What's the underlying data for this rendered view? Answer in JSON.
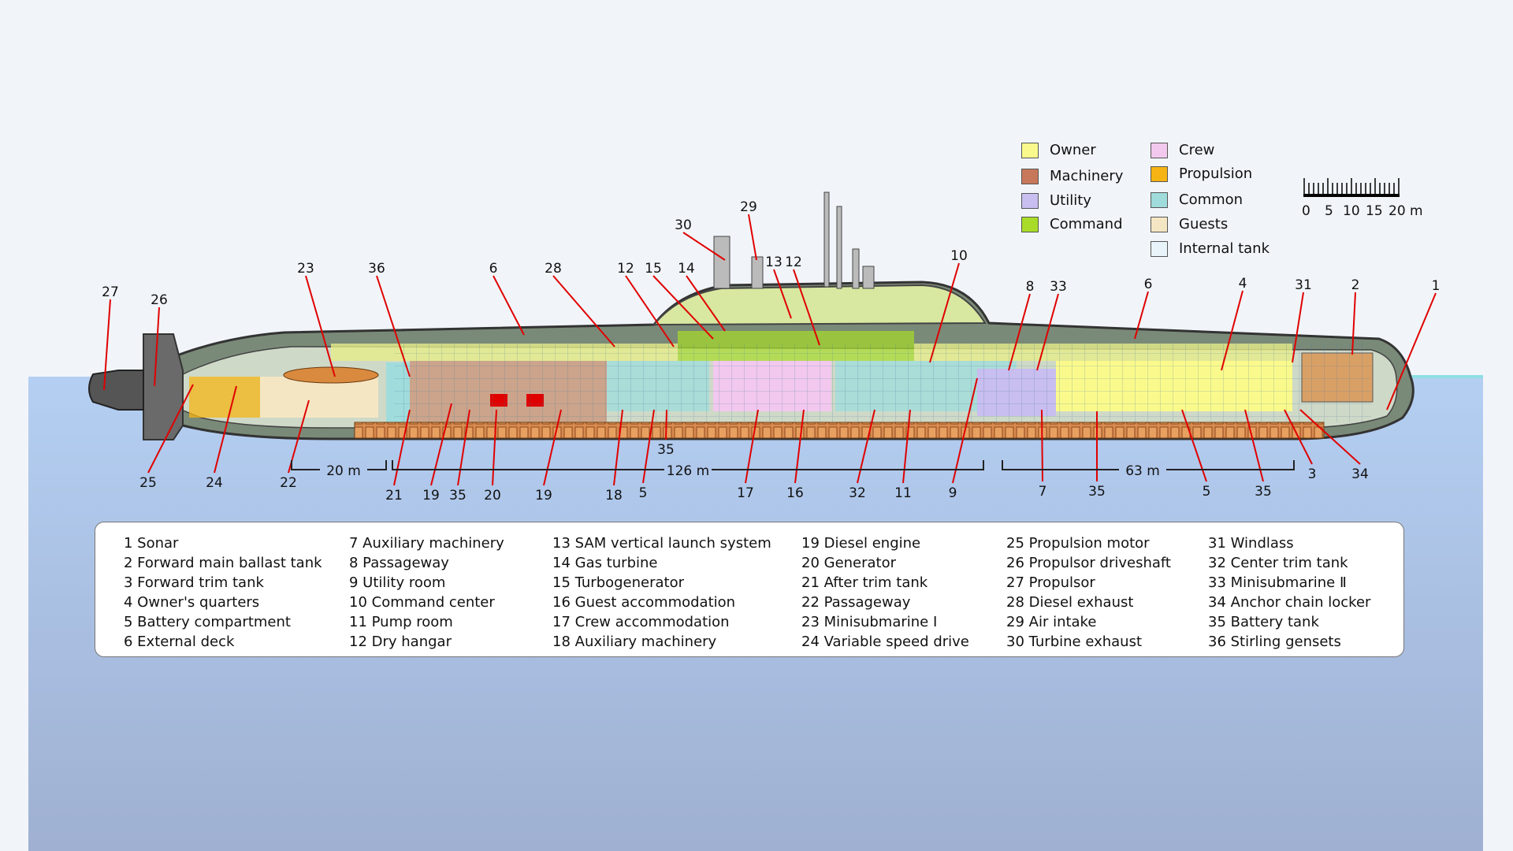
{
  "legend": [
    {
      "label": "Owner",
      "color": "#fafa8c"
    },
    {
      "label": "Machinery",
      "color": "#c8785a"
    },
    {
      "label": "Utility",
      "color": "#c8bef0"
    },
    {
      "label": "Command",
      "color": "#a8dc28"
    },
    {
      "label": "Crew",
      "color": "#f2c8ee"
    },
    {
      "label": "Propulsion",
      "color": "#f5b414"
    },
    {
      "label": "Common",
      "color": "#a0dcdc"
    },
    {
      "label": "Guests",
      "color": "#f5e6c3"
    },
    {
      "label": "Internal tank",
      "color": "#e9f4fa"
    }
  ],
  "scale": {
    "ticks": [
      "0",
      "5",
      "10",
      "15",
      "20 m"
    ]
  },
  "dimensions": [
    "20 m",
    "126 m",
    "63 m"
  ],
  "callouts": [
    "1",
    "2",
    "3",
    "4",
    "5",
    "6",
    "7",
    "8",
    "9",
    "10",
    "11",
    "12",
    "13",
    "14",
    "15",
    "16",
    "17",
    "18",
    "19",
    "20",
    "21",
    "22",
    "23",
    "24",
    "25",
    "26",
    "27",
    "28",
    "29",
    "30",
    "31",
    "32",
    "33",
    "34",
    "35",
    "36"
  ],
  "callout_labels": [
    "27",
    "26",
    "25",
    "24",
    "22",
    "23",
    "36",
    "21",
    "19",
    "35",
    "20",
    "19",
    "6",
    "28",
    "18",
    "12",
    "15",
    "14",
    "30",
    "29",
    "13",
    "12",
    "35",
    "5",
    "17",
    "16",
    "32",
    "10",
    "11",
    "9",
    "8",
    "33",
    "7",
    "35",
    "6",
    "4",
    "5",
    "31",
    "2",
    "35",
    "3",
    "1",
    "34"
  ],
  "key": [
    {
      "num": "1",
      "text": "Sonar"
    },
    {
      "num": "2",
      "text": "Forward main ballast tank"
    },
    {
      "num": "3",
      "text": "Forward trim tank"
    },
    {
      "num": "4",
      "text": "Owner's quarters"
    },
    {
      "num": "5",
      "text": "Battery compartment"
    },
    {
      "num": "6",
      "text": "External deck"
    },
    {
      "num": "7",
      "text": "Auxiliary machinery"
    },
    {
      "num": "8",
      "text": "Passageway"
    },
    {
      "num": "9",
      "text": "Utility room"
    },
    {
      "num": "10",
      "text": "Command center"
    },
    {
      "num": "11",
      "text": "Pump room"
    },
    {
      "num": "12",
      "text": "Dry hangar"
    },
    {
      "num": "13",
      "text": "SAM vertical launch system"
    },
    {
      "num": "14",
      "text": "Gas turbine"
    },
    {
      "num": "15",
      "text": "Turbogenerator"
    },
    {
      "num": "16",
      "text": "Guest accommodation"
    },
    {
      "num": "17",
      "text": "Crew accommodation"
    },
    {
      "num": "18",
      "text": "Auxiliary machinery"
    },
    {
      "num": "19",
      "text": "Diesel engine"
    },
    {
      "num": "20",
      "text": "Generator"
    },
    {
      "num": "21",
      "text": "After trim tank"
    },
    {
      "num": "22",
      "text": "Passageway"
    },
    {
      "num": "23",
      "text": "Minisubmarine Ⅰ"
    },
    {
      "num": "24",
      "text": "Variable speed drive"
    },
    {
      "num": "25",
      "text": "Propulsion motor"
    },
    {
      "num": "26",
      "text": "Propulsor driveshaft"
    },
    {
      "num": "27",
      "text": "Propulsor"
    },
    {
      "num": "28",
      "text": "Diesel exhaust"
    },
    {
      "num": "29",
      "text": "Air intake"
    },
    {
      "num": "30",
      "text": "Turbine exhaust"
    },
    {
      "num": "31",
      "text": "Windlass"
    },
    {
      "num": "32",
      "text": "Center trim tank"
    },
    {
      "num": "33",
      "text": "Minisubmarine Ⅱ"
    },
    {
      "num": "34",
      "text": "Anchor chain locker"
    },
    {
      "num": "35",
      "text": "Battery tank"
    },
    {
      "num": "36",
      "text": "Stirling gensets"
    }
  ]
}
